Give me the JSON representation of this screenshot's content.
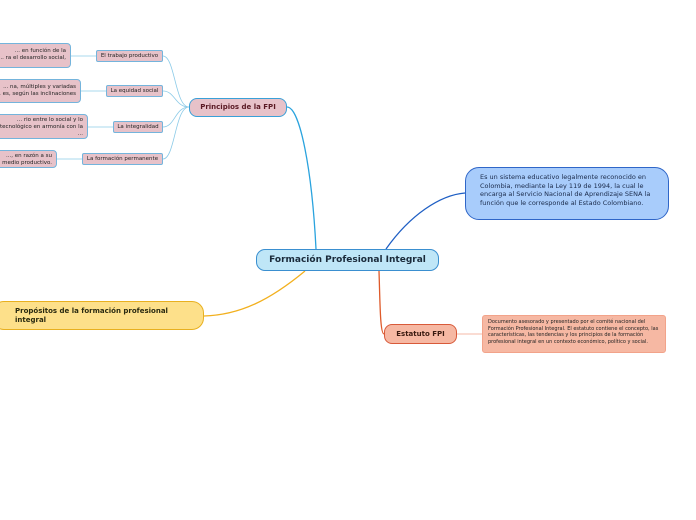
{
  "central": {
    "label": "Formación Profesional Integral"
  },
  "principios": {
    "label": "Principios de la FPI",
    "items": [
      {
        "label": "El trabajo productivo",
        "detail": "... en función de la\n... ra el desarrollo social,"
      },
      {
        "label": "La equidad social",
        "detail": "... na, múltiples y variadas\n... es, según las inclinaciones"
      },
      {
        "label": "La integralidad",
        "detail": "... rio entre lo social y lo\n... tecnológico en armonía con la\n..."
      },
      {
        "label": "La formación permanente",
        "detail": "..., en razón a su\n... medio productivo."
      }
    ]
  },
  "definicion": {
    "text": "Es un sistema educativo legalmente reconocido en Colombia, mediante la Ley 119 de 1994, la cual le encarga al Servicio Nacional de Aprendizaje SENA la función que le corresponde al Estado Colombiano."
  },
  "propositos": {
    "label": "Propósitos de la formación profesional integral"
  },
  "estatuto": {
    "label": "Estatuto FPI",
    "detail": "Documento asesorado y presentado por el comité nacional del Formación Profesional Integral. El estatuto contiene el concepto, las características, las tendencias y los principios de la formación profesional integral en un contexto económico, político y social."
  },
  "colors": {
    "principios": "#e7c2c9",
    "definicion": "#a8ccfb",
    "propositos": "#fde08a",
    "estatuto": "#f6b8a3",
    "central": "#bfe6f7"
  }
}
